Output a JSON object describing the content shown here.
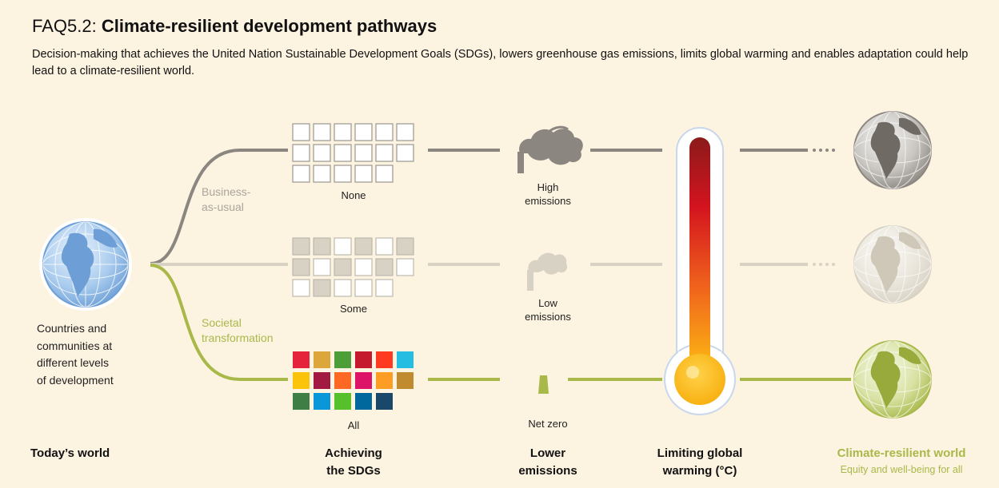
{
  "header": {
    "code": "FAQ5.2:",
    "title": "Climate-resilient development pathways",
    "subtitle": "Decision-making that achieves the United Nation Sustainable Development Goals (SDGs), lowers greenhouse gas emissions, limits global warming and enables adaptation could help lead to a climate-resilient world."
  },
  "today": {
    "description_lines": [
      "Countries and",
      "communities at",
      "different levels",
      "of development"
    ],
    "column_label": "Today’s world"
  },
  "pathways": {
    "business_as_usual": [
      "Business-",
      "as-usual"
    ],
    "societal_transformation": [
      "Societal",
      "transformation"
    ]
  },
  "sdgs": {
    "column_label": [
      "Achieving",
      "the SDGs"
    ],
    "none": "None",
    "some": "Some",
    "all": "All"
  },
  "emissions": {
    "column_label": [
      "Lower",
      "emissions"
    ],
    "high": [
      "High",
      "emissions"
    ],
    "low": [
      "Low",
      "emissions"
    ],
    "net_zero": "Net zero"
  },
  "warming": {
    "column_label": [
      "Limiting global",
      "warming (°C)"
    ]
  },
  "outcome": {
    "column_label": "Climate-resilient world",
    "sub_label": "Equity and well-being for all"
  },
  "colors": {
    "background": "#fdf3e1",
    "bau_gray": "#8b8680",
    "some_beige": "#d8d2c4",
    "transformation_green": "#a8b94a",
    "globe_blue": "#6d9fd6"
  },
  "icons": [
    "globe-icon",
    "sdg-grid-icon",
    "factory-icon",
    "thermometer-icon"
  ]
}
